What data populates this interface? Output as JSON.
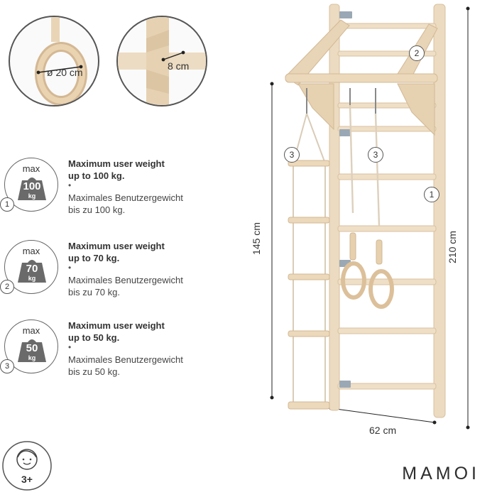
{
  "zoom_ring": {
    "label": "ø 20 cm"
  },
  "zoom_post": {
    "label": "8 cm"
  },
  "weights": [
    {
      "badge_top": "max",
      "value": "100",
      "unit": "kg",
      "number": "1",
      "en_line1": "Maximum user weight",
      "en_line2": "up to 100 kg.",
      "dot": "•",
      "de_line1": "Maximales Benutzergewicht",
      "de_line2": "bis zu 100 kg."
    },
    {
      "badge_top": "max",
      "value": "70",
      "unit": "kg",
      "number": "2",
      "en_line1": "Maximum user weight",
      "en_line2": "up to 70 kg.",
      "dot": "•",
      "de_line1": "Maximales Benutzergewicht",
      "de_line2": "bis zu 70 kg."
    },
    {
      "badge_top": "max",
      "value": "50",
      "unit": "kg",
      "number": "3",
      "en_line1": "Maximum user weight",
      "en_line2": "up to 50 kg.",
      "dot": "•",
      "de_line1": "Maximales Benutzergewicht",
      "de_line2": "bis zu 50 kg."
    }
  ],
  "dimensions": {
    "ladder_height": "145 cm",
    "total_height": "210 cm",
    "width": "62 cm"
  },
  "callouts": {
    "top_bar": "2",
    "wall_bars": "1",
    "rope_ladder": "3",
    "rings": "3"
  },
  "age": {
    "label": "3+"
  },
  "brand": {
    "name": "MAMOI"
  },
  "colors": {
    "wood": "#eedcc2",
    "wood_dark": "#d8c2a2",
    "text": "#333333",
    "weight_box": "#6a6a6a"
  }
}
